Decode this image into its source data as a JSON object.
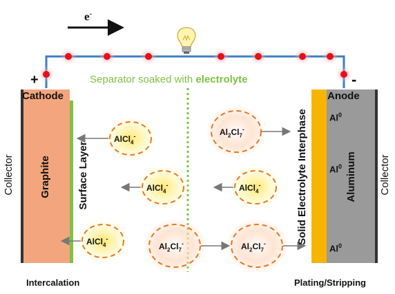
{
  "electron": {
    "symbol": "e",
    "charge": "-"
  },
  "terminals": {
    "positive": "+",
    "negative": "-"
  },
  "separator": {
    "prefix": "Separator soaked with ",
    "emphasis": "electrolyte",
    "color": "#7dc242"
  },
  "cathode": {
    "title": "Cathode",
    "material": "Graphite",
    "layer": "Surface Layer",
    "collector": "Collector",
    "process": "Intercalation",
    "fill": "#f3a67e",
    "layer_color": "#7dc242"
  },
  "anode": {
    "title": "Anode",
    "material": "Aluminum",
    "interphase": "Solid Electrolyte Interphase",
    "collector": "Collector",
    "process": "Plating/Stripping",
    "fill": "#9a9a9a",
    "sei_color": "#f7b500",
    "metal_label": "Al",
    "metal_superscript": "0"
  },
  "ions": {
    "alcl4": {
      "base": "AlCl",
      "sub": "4",
      "sup": "-"
    },
    "al2cl7": {
      "base1": "Al",
      "sub1": "2",
      "base2": "Cl",
      "sub2": "7",
      "sup": "-"
    }
  },
  "colors": {
    "wire": "#3d7fbf",
    "node": "#e5101a",
    "ion_ring": "#e8771f",
    "arrow": "#777777"
  },
  "icons": [
    "lightbulb-icon",
    "electron-flow-arrow-icon"
  ]
}
